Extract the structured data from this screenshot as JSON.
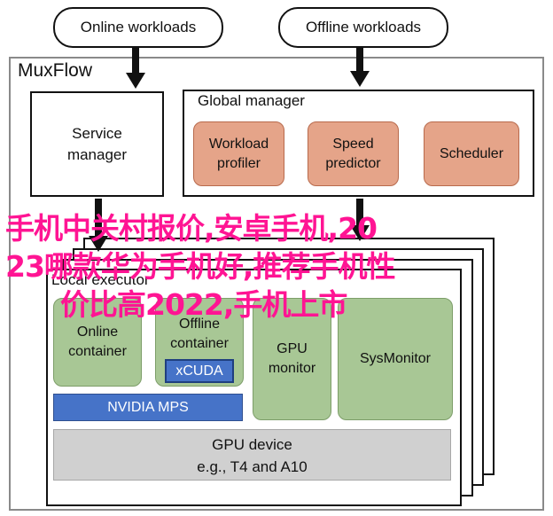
{
  "workloads": {
    "online": "Online workloads",
    "offline": "Offline workloads"
  },
  "system": {
    "title": "MuxFlow"
  },
  "service_manager": {
    "line1": "Service",
    "line2": "manager"
  },
  "global_manager": {
    "title": "Global manager",
    "workload_profiler": {
      "line1": "Workload",
      "line2": "profiler"
    },
    "speed_predictor": {
      "line1": "Speed",
      "line2": "predictor"
    },
    "scheduler": "Scheduler"
  },
  "local_executor": {
    "title": "Local executor",
    "online_container": {
      "line1": "Online",
      "line2": "container"
    },
    "offline_container": {
      "line1": "Offline",
      "line2": "container"
    },
    "xcuda": "xCUDA",
    "nvidia_mps": "NVIDIA MPS",
    "gpu_monitor": {
      "line1": "GPU",
      "line2": "monitor"
    },
    "sys_monitor": "SysMonitor",
    "gpu_device": {
      "line1": "GPU device",
      "line2": "e.g., T4 and A10"
    }
  },
  "overlay_text": {
    "line1": "手机中关村报价,安卓手机,20",
    "line2": "23哪款华为手机好,推荐手机性",
    "line3": "价比高2022,手机上市"
  },
  "colors": {
    "orange": "#e5a489",
    "green": "#a8c795",
    "blue": "#4673c8",
    "gray": "#d0d0d0",
    "overlay": "#ff1493"
  }
}
